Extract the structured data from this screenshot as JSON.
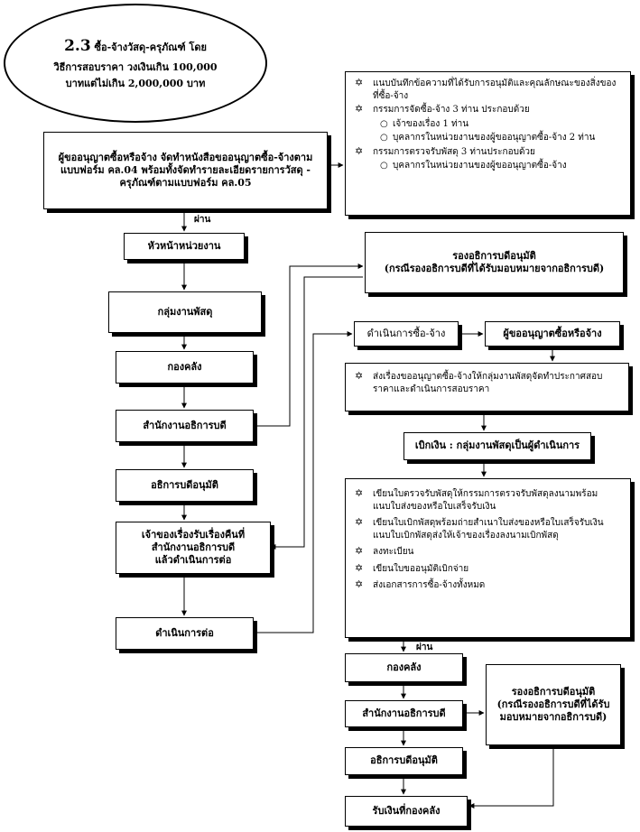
{
  "title": {
    "number": "2.3",
    "line1": "ซื้อ-จ้างวัสดุ-ครุภัณฑ์ โดย",
    "line2": "วิธีการสอบราคา วงเงินเกิน 100,000",
    "line3": "บาทแต่ไม่เกิน 2,000,000 บาท"
  },
  "request_box": {
    "line1": "ผู้ขออนุญาตซื้อหรือจ้าง จัดทำหนังสือขออนุญาตซื้อ-จ้างตาม",
    "line2": "แบบฟอร์ม คล.04 พร้อมทั้งจัดทำรายละเอียดรายการวัสดุ -",
    "line3": "ครุภัณฑ์ตามแบบฟอร์ม คล.05"
  },
  "attachments": {
    "items": [
      {
        "text": "แนบบันทึกข้อความที่ได้รับการอนุมัติและคุณลักษณะของสิ่งของ",
        "cont": "ที่ซื้อ-จ้าง",
        "subs": []
      },
      {
        "text": "กรรมการจัดซื้อ-จ้าง 3 ท่าน ประกอบด้วย",
        "cont": "",
        "subs": [
          "เจ้าของเรื่อง 1 ท่าน",
          "บุคลากรในหน่วยงานของผู้ขออนุญาตซื้อ-จ้าง 2 ท่าน"
        ]
      },
      {
        "text": "กรรมการตรวจรับพัสดุ 3 ท่านประกอบด้วย",
        "cont": "",
        "subs": [
          "บุคลากรในหน่วยงานของผู้ขออนุญาตซื้อ-จ้าง"
        ]
      }
    ]
  },
  "via_label": "ผ่าน",
  "left_flow": {
    "head_unit": "หัวหน้าหน่วยงาน",
    "supplies_group": "กลุ่มงานพัสดุ",
    "finance_div": "กองคลัง",
    "president_office": "สำนักงานอธิการบดี",
    "president_approve": "อธิการบดีอนุมัติ",
    "owner_line1": "เจ้าของเรื่องรับเรื่องคืนที่",
    "owner_line2": "สำนักงานอธิการบดี",
    "owner_line3": "แล้วดำเนินการต่อ",
    "proceed": "ดำเนินการต่อ"
  },
  "vp_top": {
    "line1": "รองอธิการบดีอนุมัติ",
    "line2": "(กรณีรองอธิการบดีที่ได้รับมอบหมายจากอธิการบดี)"
  },
  "procure": "ดำเนินการซื้อ-จ้าง",
  "requester": "ผู้ขออนุญาตซื้อหรือจ้าง",
  "send_box": {
    "line1": "ส่งเรื่องขออนุญาตซื้อ-จ้างให้กลุ่มงานพัสดุจัดทำประกาศสอบ",
    "line2": "ราคาและดำเนินการสอบราคา"
  },
  "disburse": "เบิกเงิน : กลุ่มงานพัสดุเป็นผู้ดำเนินการ",
  "steps": {
    "items": [
      {
        "text": "เขียนใบตรวจรับพัสดุให้กรรมการตรวจรับพัสดุลงนามพร้อม",
        "cont": "แนบใบส่งของหรือใบเสร็จรับเงิน"
      },
      {
        "text": "เขียนใบเบิกพัสดุพร้อมถ่ายสำเนาใบส่งของหรือใบเสร็จรับเงิน",
        "cont": "แนบใบเบิกพัสดุส่งให้เจ้าของเรื่องลงนามเบิกพัสดุ"
      },
      {
        "text": "ลงทะเบียน",
        "cont": ""
      },
      {
        "text": "เขียนใบขออนุมัติเบิกจ่าย",
        "cont": ""
      },
      {
        "text": "ส่งเอกสารการซื้อ-จ้างทั้งหมด",
        "cont": ""
      }
    ]
  },
  "right_flow": {
    "finance_div": "กองคลัง",
    "president_office": "สำนักงานอธิการบดี",
    "president_approve": "อธิการบดีอนุมัติ",
    "receive_cash": "รับเงินที่กองคลัง"
  },
  "vp_bottom": {
    "line1": "รองอธิการบดีอนุมัติ",
    "line2": "(กรณีรองอธิการบดีที่ได้รับ",
    "line3": "มอบหมายจากอธิการบดี)"
  },
  "icons": {
    "bullet": "star-of-david-icon",
    "sub_bullet": "circle-icon"
  }
}
